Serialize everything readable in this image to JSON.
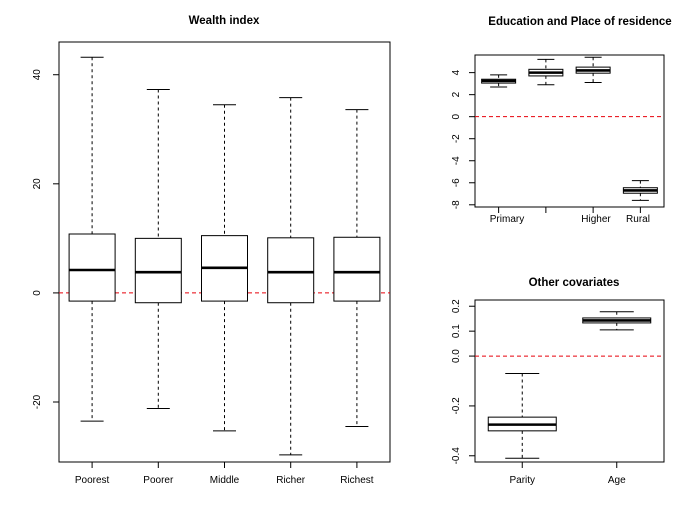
{
  "chart_data": [
    {
      "type": "box",
      "title": "Wealth index",
      "categories": [
        "Poorest",
        "Poorer",
        "Middle",
        "Richer",
        "Richest"
      ],
      "y_ticks": [
        "-20",
        "0",
        "20",
        "40"
      ],
      "ylim": [
        -31,
        46
      ],
      "reference_line": {
        "y": 0,
        "style": "dashed",
        "color": "#e8000b"
      },
      "boxes": [
        {
          "category": "Poorest",
          "lower_whisker": -23.5,
          "q1": -1.5,
          "median": 4.2,
          "q3": 10.8,
          "upper_whisker": 43.2
        },
        {
          "category": "Poorer",
          "lower_whisker": -21.2,
          "q1": -1.8,
          "median": 3.8,
          "q3": 10.0,
          "upper_whisker": 37.3
        },
        {
          "category": "Middle",
          "lower_whisker": -25.3,
          "q1": -1.5,
          "median": 4.6,
          "q3": 10.5,
          "upper_whisker": 34.5
        },
        {
          "category": "Richer",
          "lower_whisker": -29.7,
          "q1": -1.8,
          "median": 3.8,
          "q3": 10.1,
          "upper_whisker": 35.8
        },
        {
          "category": "Richest",
          "lower_whisker": -24.5,
          "q1": -1.5,
          "median": 3.8,
          "q3": 10.2,
          "upper_whisker": 33.6
        }
      ]
    },
    {
      "type": "box",
      "title": "Education and Place of residence",
      "categories": [
        "Primary",
        "",
        "Higher",
        "Rural"
      ],
      "y_ticks": [
        "-8",
        "-6",
        "-4",
        "-2",
        "0",
        "2",
        "4"
      ],
      "ylim": [
        -8.2,
        5.6
      ],
      "reference_line": {
        "y": 0,
        "style": "dashed",
        "color": "#e8000b"
      },
      "boxes": [
        {
          "category": "Primary",
          "lower_whisker": 2.7,
          "q1": 3.05,
          "median": 3.25,
          "q3": 3.4,
          "upper_whisker": 3.8
        },
        {
          "category": "",
          "lower_whisker": 2.9,
          "q1": 3.7,
          "median": 4.0,
          "q3": 4.3,
          "upper_whisker": 5.2
        },
        {
          "category": "Higher",
          "lower_whisker": 3.1,
          "q1": 3.95,
          "median": 4.2,
          "q3": 4.5,
          "upper_whisker": 5.4
        },
        {
          "category": "Rural",
          "lower_whisker": -7.6,
          "q1": -6.95,
          "median": -6.7,
          "q3": -6.45,
          "upper_whisker": -5.8
        }
      ]
    },
    {
      "type": "box",
      "title": "Other covariates",
      "categories": [
        "Parity",
        "Age"
      ],
      "y_ticks": [
        "-0.4",
        "-0.2",
        "0.0",
        "0.1",
        "0.2"
      ],
      "ylim": [
        -0.425,
        0.225
      ],
      "reference_line": {
        "y": 0,
        "style": "dashed",
        "color": "#e8000b"
      },
      "boxes": [
        {
          "category": "Parity",
          "lower_whisker": -0.41,
          "q1": -0.3,
          "median": -0.275,
          "q3": -0.245,
          "upper_whisker": -0.07
        },
        {
          "category": "Age",
          "lower_whisker": 0.105,
          "q1": 0.133,
          "median": 0.143,
          "q3": 0.153,
          "upper_whisker": 0.178
        }
      ]
    }
  ]
}
